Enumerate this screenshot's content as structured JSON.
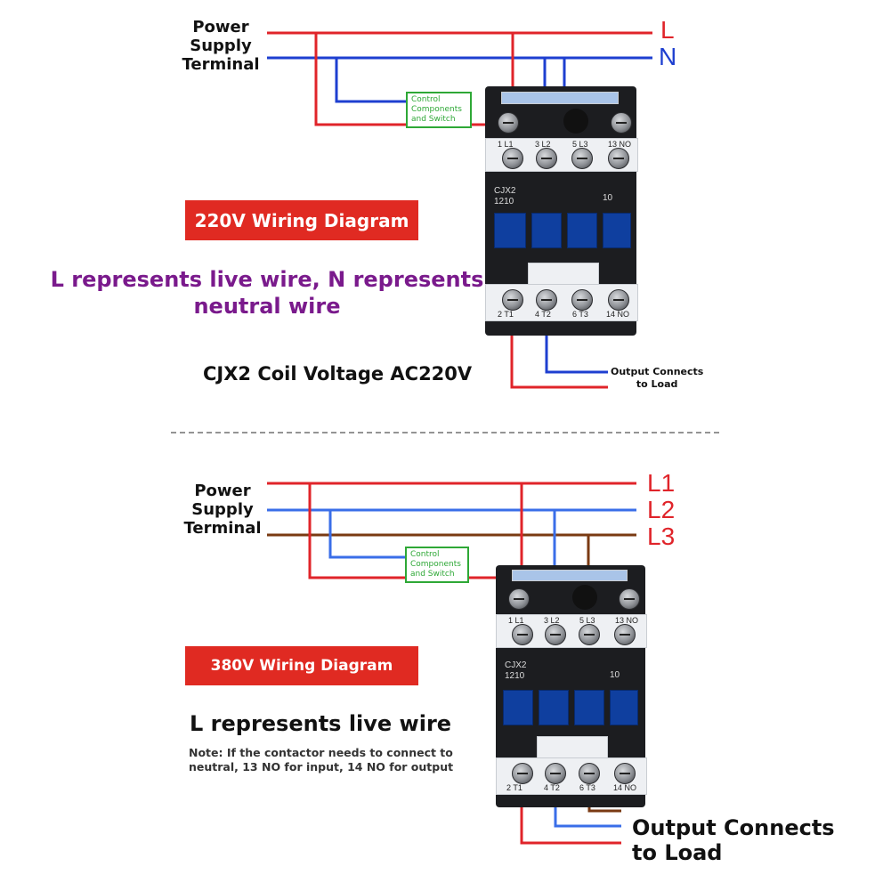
{
  "top": {
    "power_supply_terminal": [
      "Power",
      "Supply",
      "Terminal"
    ],
    "line_labels": [
      "L",
      "N"
    ],
    "control_box": [
      "Control",
      "Components",
      "and Switch"
    ],
    "banner": "220V Wiring Diagram",
    "description": [
      "L represents live wire, N represents",
      "neutral wire"
    ],
    "coil_voltage": "CJX2 Coil Voltage AC220V",
    "output_label": [
      "Output Connects",
      "to Load"
    ],
    "model": [
      "CJX2",
      "1210"
    ],
    "aux_mark": "10",
    "terminal_labels_top": [
      "1 L1",
      "3 L2",
      "5 L3",
      "13 NO"
    ],
    "terminal_labels_bottom": [
      "2 T1",
      "4 T2",
      "6 T3",
      "14 NO"
    ]
  },
  "bottom": {
    "power_supply_terminal": [
      "Power",
      "Supply",
      "Terminal"
    ],
    "line_labels": [
      "L1",
      "L2",
      "L3"
    ],
    "control_box": [
      "Control",
      "Components",
      "and Switch"
    ],
    "banner": "380V Wiring Diagram",
    "description": "L represents live wire",
    "note": [
      "Note: If the contactor needs to connect to",
      "neutral, 13 NO for input, 14 NO for output"
    ],
    "output_label": [
      "Output Connects",
      "to Load"
    ],
    "model": [
      "CJX2",
      "1210"
    ],
    "aux_mark": "10",
    "terminal_labels_top": [
      "1 L1",
      "3 L2",
      "5 L3",
      "13 NO"
    ],
    "terminal_labels_bottom": [
      "2 T1",
      "4 T2",
      "6 T3",
      "14 NO"
    ]
  },
  "colors": {
    "live": "#e0242a",
    "neutral": "#1e3fd0",
    "phase_l2": "#3a6ee8",
    "phase_l3": "#7a3a12",
    "banner": "#e02a22",
    "purple_text": "#7a1a8c",
    "control_box": "#2ea836"
  }
}
